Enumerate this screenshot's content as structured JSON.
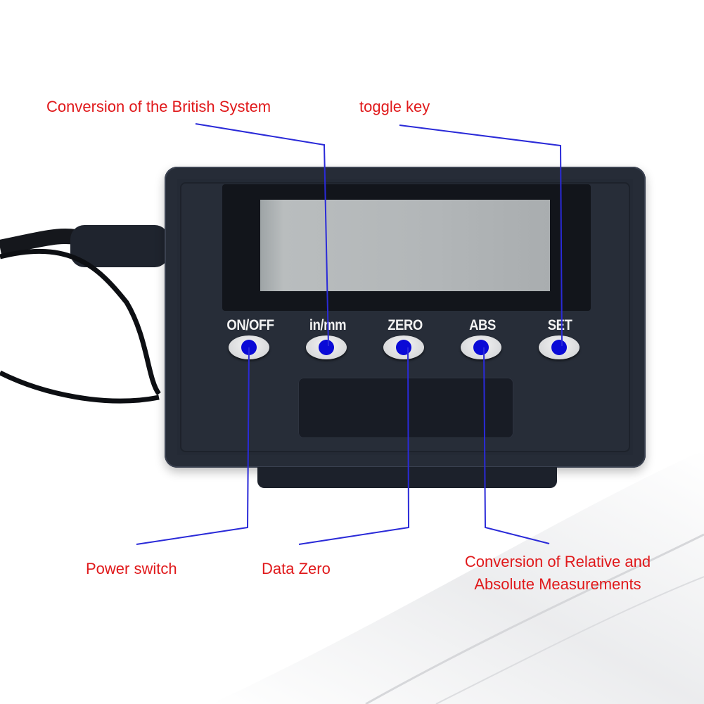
{
  "callouts": {
    "top_left": "Conversion of the British System",
    "top_right": "toggle key",
    "bottom_left": "Power switch",
    "bottom_middle": "Data Zero",
    "bottom_right_line1": "Conversion of Relative and",
    "bottom_right_line2": "Absolute Measurements"
  },
  "device": {
    "buttons": [
      {
        "label": "ON/OFF",
        "role": "power-switch"
      },
      {
        "label": "in/mm",
        "role": "unit-conversion"
      },
      {
        "label": "ZERO",
        "role": "data-zero"
      },
      {
        "label": "ABS",
        "role": "relative-absolute"
      },
      {
        "label": "SET",
        "role": "toggle-key"
      }
    ],
    "lcd_display": ""
  },
  "colors": {
    "callout_text": "#e0191b",
    "leader_line": "#2a2ad8",
    "button_dot": "#0a0ad6",
    "device_body": "#242a35",
    "lcd": "#b2b6b8"
  }
}
